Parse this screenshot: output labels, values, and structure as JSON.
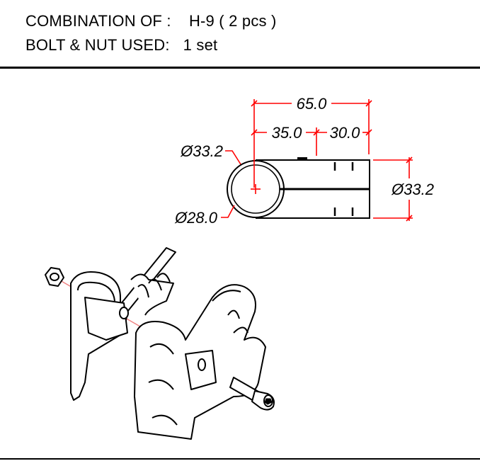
{
  "header": {
    "combination_label": "COMBINATION OF :",
    "combination_value": "H-9 ( 2 pcs )",
    "bolt_label": "BOLT & NUT USED:",
    "bolt_value": "1 set"
  },
  "dimensions": {
    "overall_length": "65.0",
    "segment_a": "35.0",
    "segment_b": "30.0",
    "outer_diameter_left": "Ø33.2",
    "inner_diameter": "Ø28.0",
    "height_diameter": "Ø33.2"
  },
  "colors": {
    "dimension": "#ff0000",
    "line": "#000000",
    "axis": "#f08080"
  }
}
